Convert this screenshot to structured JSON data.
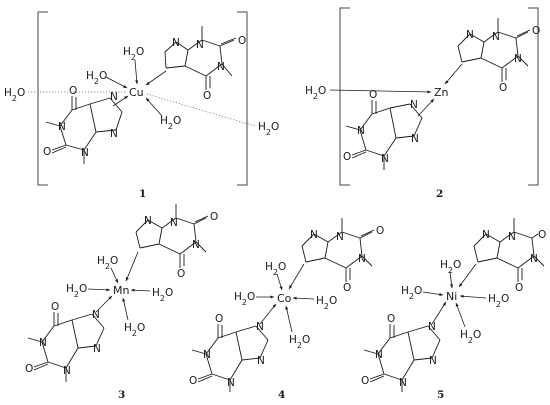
{
  "labels": {
    "water": "H2O",
    "oxygen": "O",
    "nitrogen": "N"
  },
  "complexes": [
    {
      "number": "1",
      "metal": "Cu"
    },
    {
      "number": "2",
      "metal": "Zn"
    },
    {
      "number": "3",
      "metal": "Mn"
    },
    {
      "number": "4",
      "metal": "Co"
    },
    {
      "number": "5",
      "metal": "Ni"
    }
  ],
  "colors": {
    "ink": "#1a1a1a",
    "bracket": "#444444",
    "dotted": "#666666"
  }
}
